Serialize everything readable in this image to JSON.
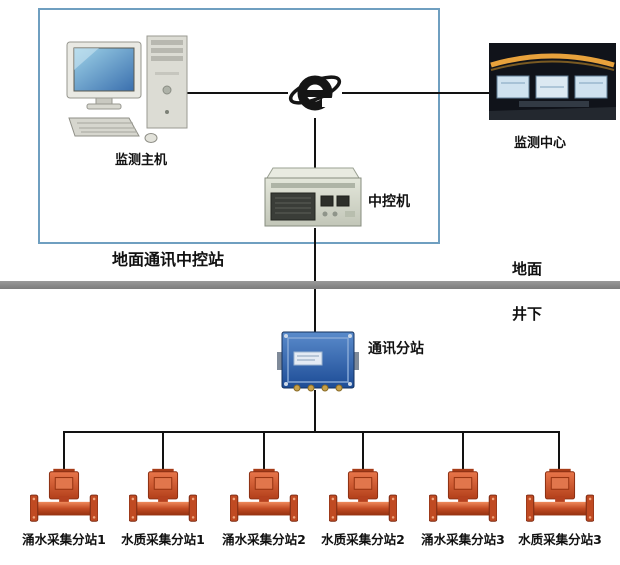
{
  "diagram": {
    "box_title": "地面通讯中控站",
    "ground_label": "地面",
    "underground_label": "井下",
    "nodes": {
      "host": {
        "label": "监测主机"
      },
      "center": {
        "label": "监测中心"
      },
      "control": {
        "label": "中控机"
      },
      "substation": {
        "label": "通讯分站"
      }
    },
    "stations": [
      {
        "label": "涌水采集分站1"
      },
      {
        "label": "水质采集分站1"
      },
      {
        "label": "涌水采集分站2"
      },
      {
        "label": "水质采集分站2"
      },
      {
        "label": "涌水采集分站3"
      },
      {
        "label": "水质采集分站3"
      }
    ],
    "colors": {
      "box_border": "#6f9fc0",
      "ground_bar": "#7c7c7c",
      "connector": "#121212",
      "station_orange": "#cc4b26",
      "substation_blue": "#2b5ea8"
    }
  }
}
